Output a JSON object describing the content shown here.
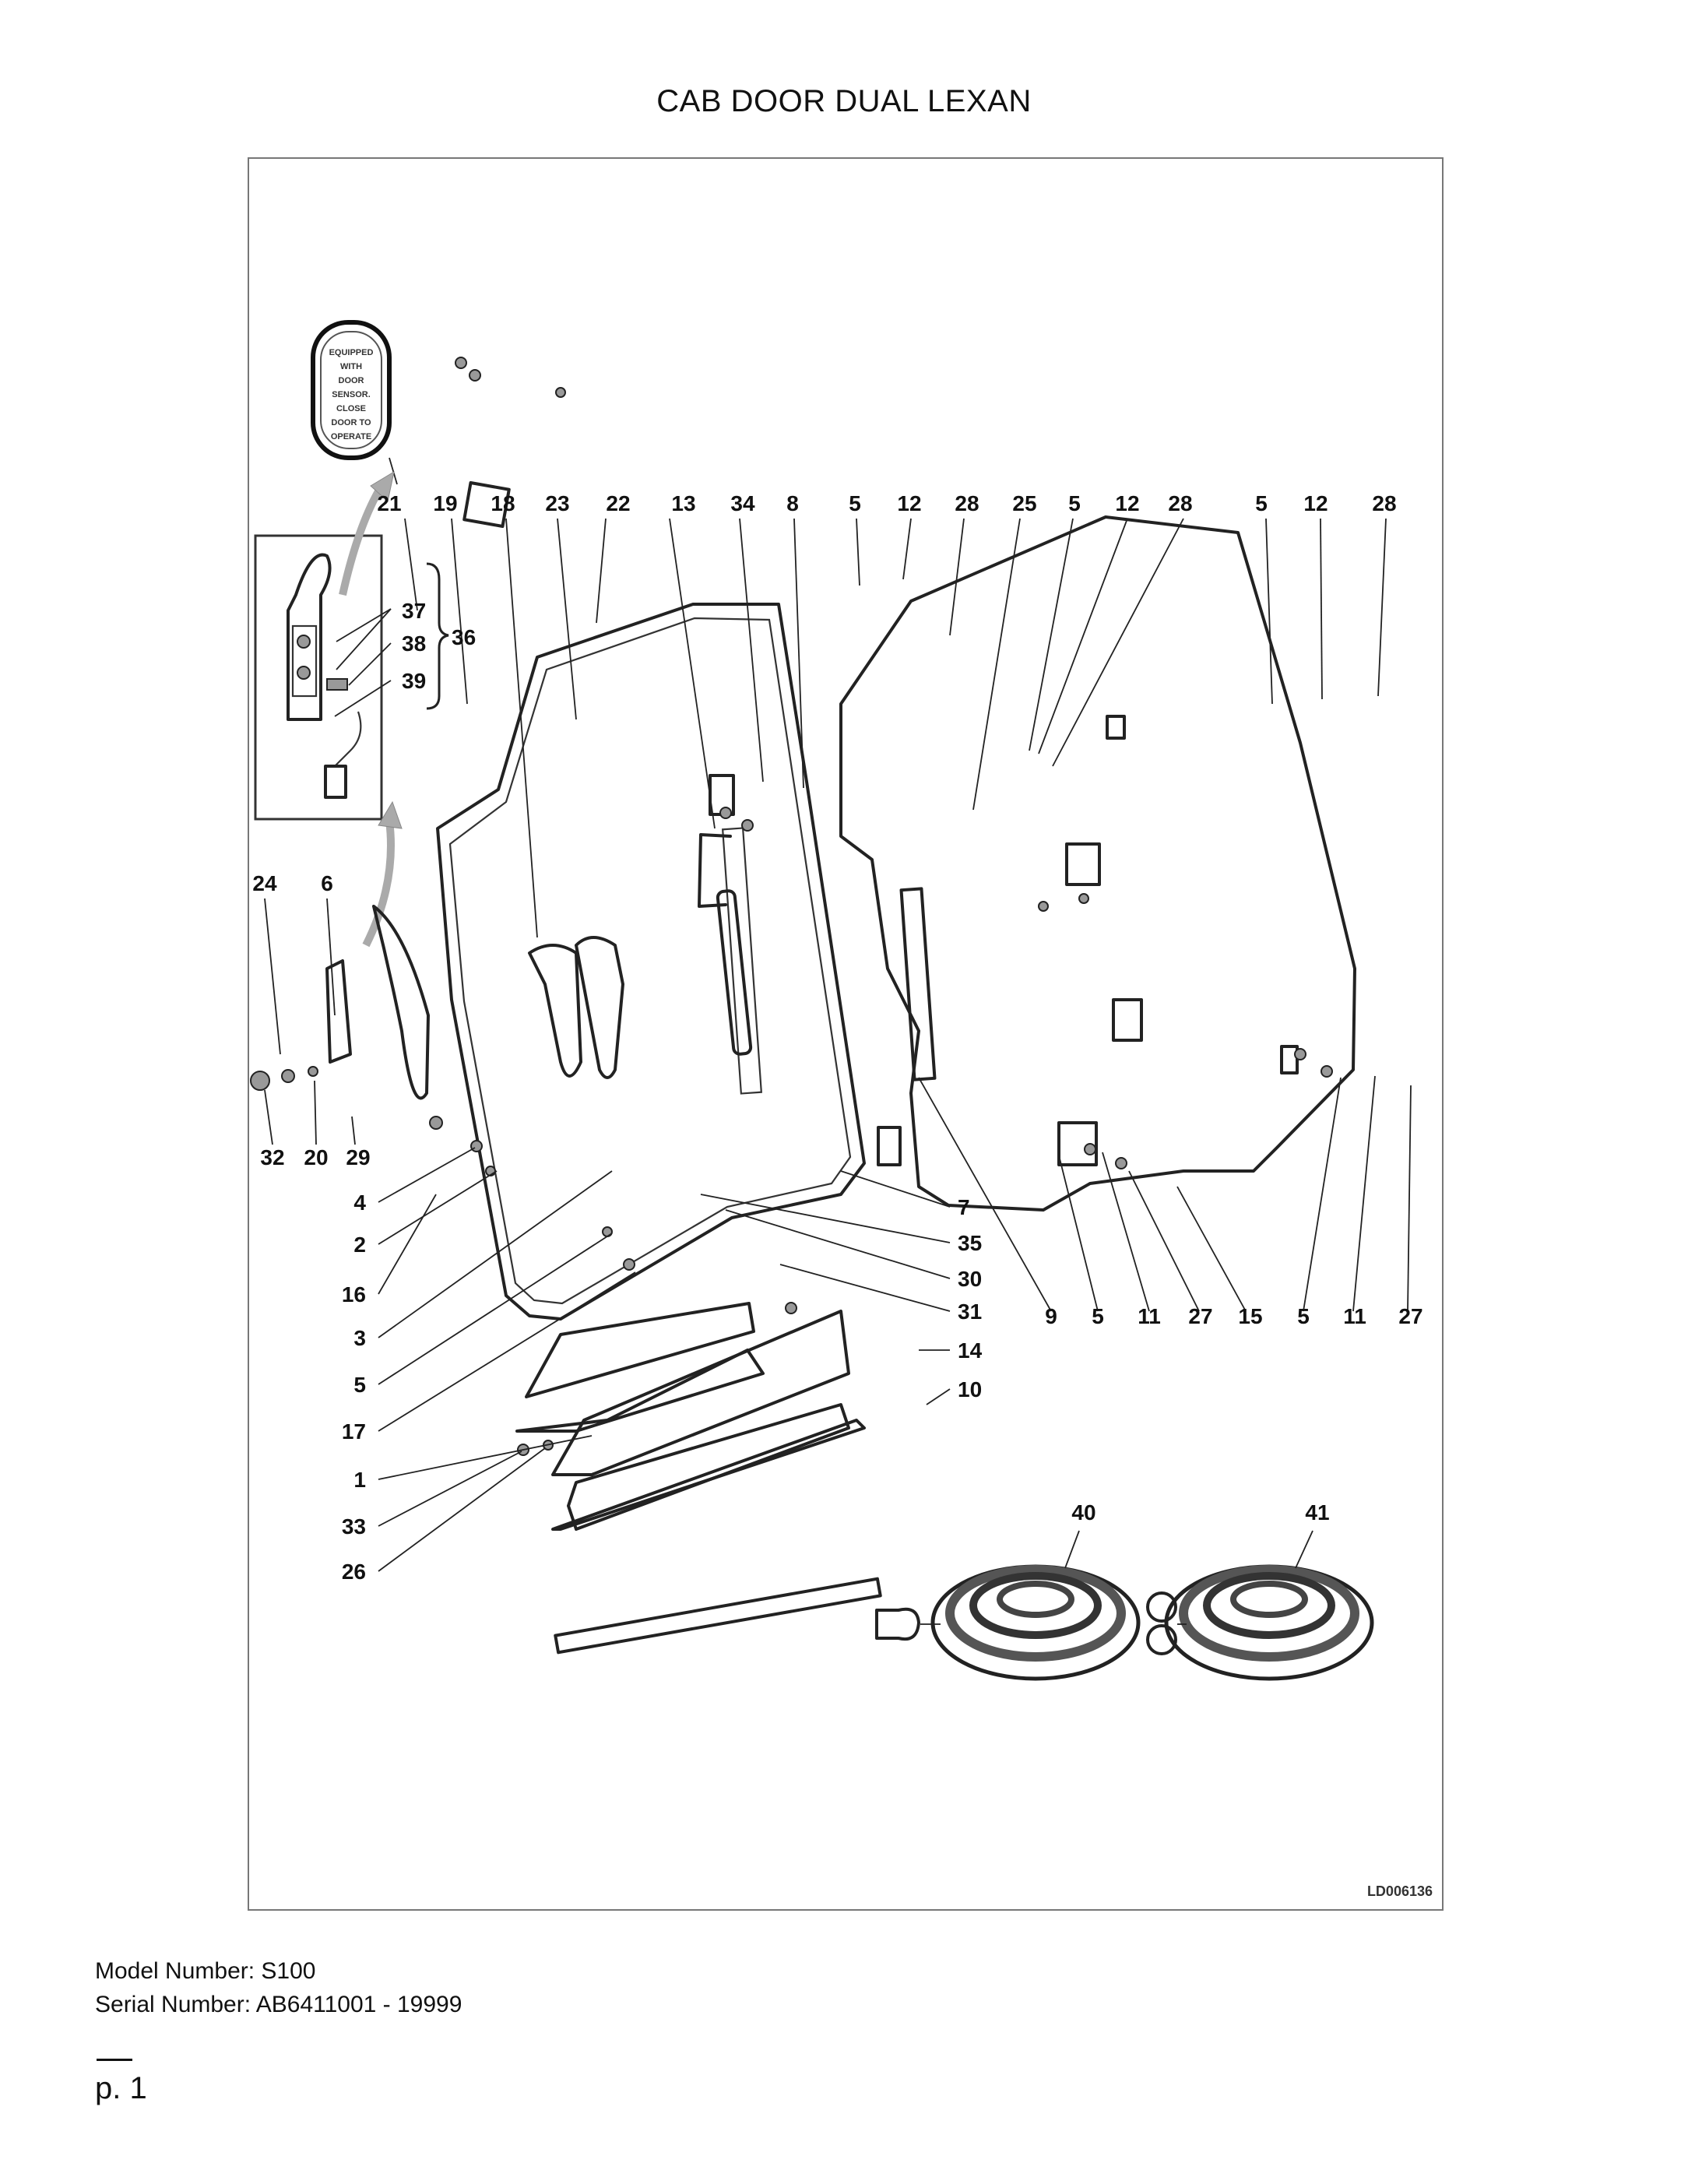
{
  "document": {
    "title": "CAB DOOR DUAL LEXAN",
    "drawing_code": "LD006136",
    "decal_text": [
      "EQUIPPED",
      "WITH",
      "DOOR",
      "SENSOR.",
      "CLOSE",
      "DOOR TO",
      "OPERATE"
    ],
    "model_line": "Model Number: S100",
    "serial_line": "Serial Number: AB6411001 - 19999",
    "page_number": "p. 1"
  },
  "callouts": {
    "top_row": [
      "21",
      "19",
      "18",
      "23",
      "22",
      "13",
      "34",
      "8",
      "5",
      "12",
      "28",
      "25",
      "5",
      "12",
      "28",
      "5",
      "12",
      "28"
    ],
    "latch_detail": [
      "37",
      "38",
      "36",
      "39"
    ],
    "left_upper": [
      "24",
      "6"
    ],
    "left_row": [
      "32",
      "20",
      "29"
    ],
    "left_column": [
      "4",
      "2",
      "16",
      "3",
      "5",
      "17",
      "1",
      "33",
      "26"
    ],
    "bottom_middle_right": [
      "7",
      "35",
      "30",
      "31",
      "14",
      "10"
    ],
    "bottom_row_right": [
      "9",
      "5",
      "11",
      "27",
      "15",
      "5",
      "11",
      "27"
    ],
    "seals": [
      "40",
      "41"
    ]
  },
  "icons": {
    "decal": "door-sensor-decal-icon",
    "arrow": "curved-arrow-icon",
    "seal": "seal-coil-icon"
  }
}
